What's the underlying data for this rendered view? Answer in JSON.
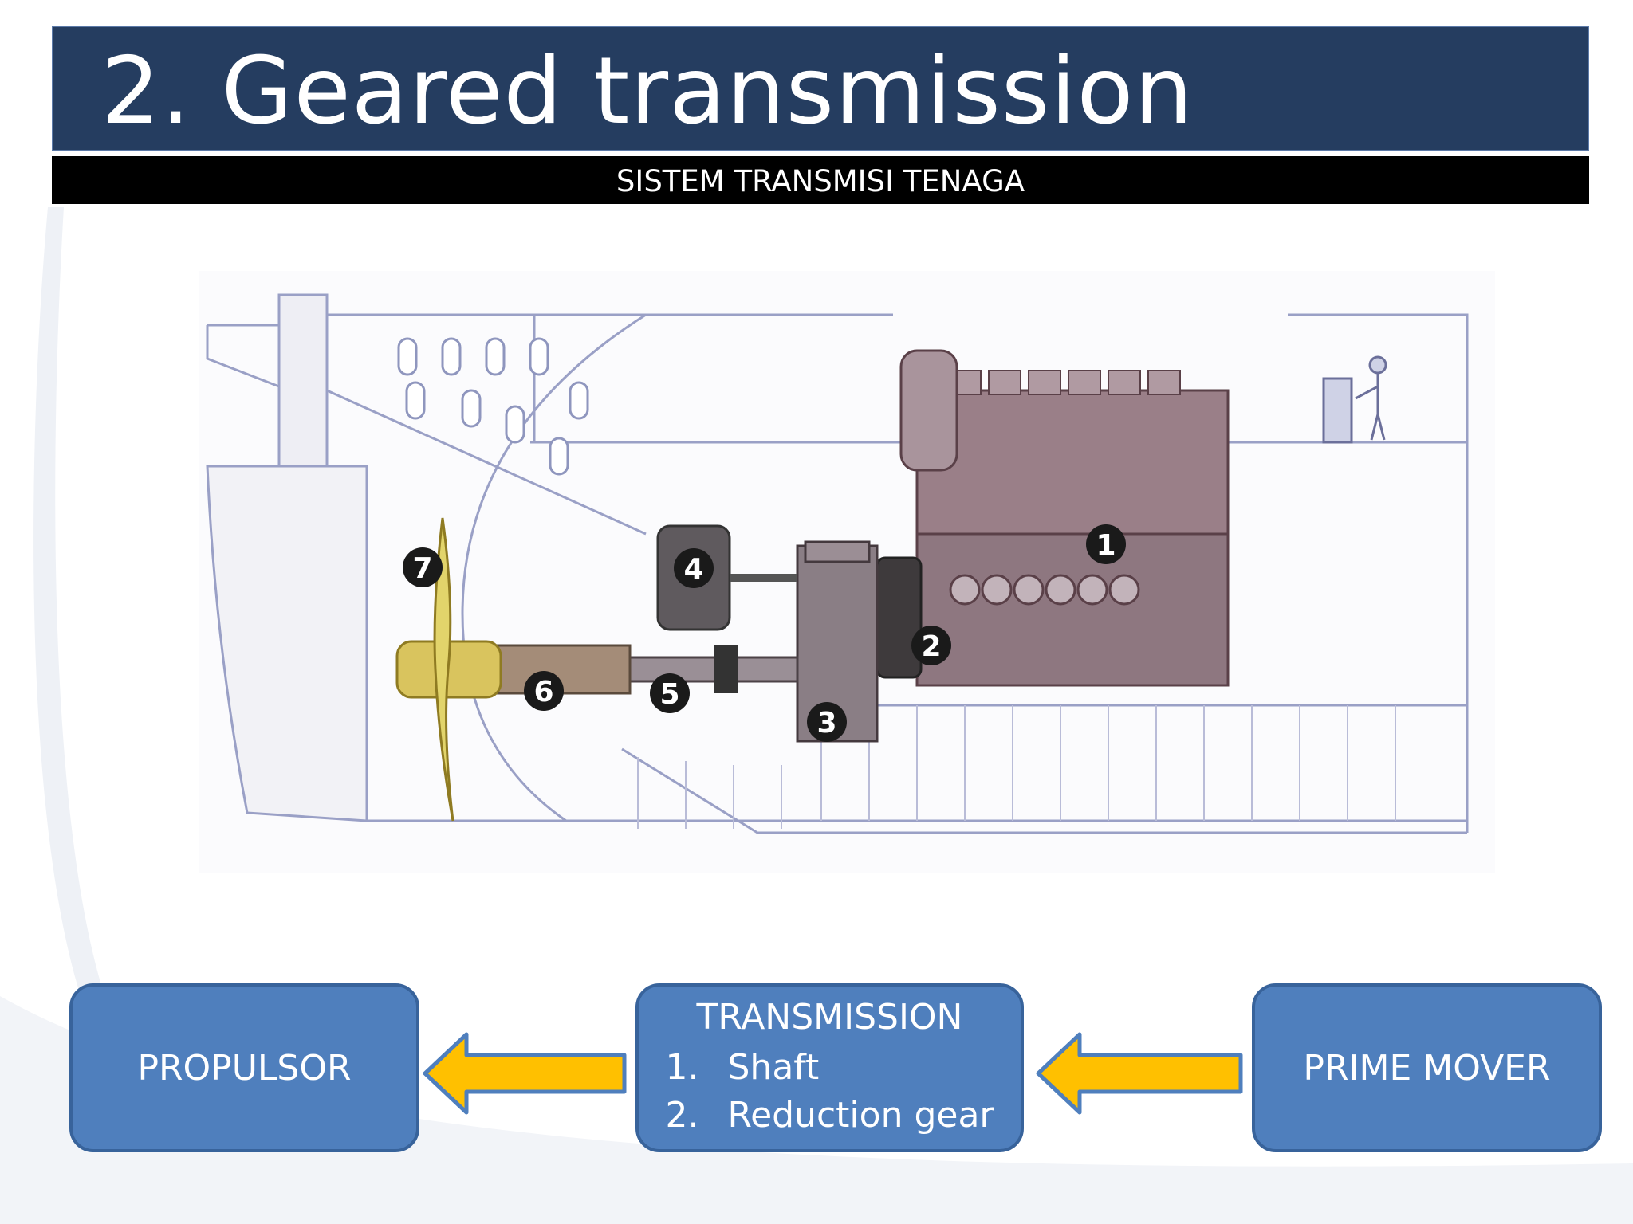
{
  "slide": {
    "title": "2. Geared transmission",
    "subtitle": "SISTEM TRANSMISI TENAGA"
  },
  "figure": {
    "callouts": [
      "1",
      "2",
      "3",
      "4",
      "5",
      "6",
      "7"
    ]
  },
  "flow": {
    "propulsor": "PROPULSOR",
    "transmission": {
      "heading": "TRANSMISSION",
      "items": [
        {
          "num": "1.",
          "label": "Shaft"
        },
        {
          "num": "2.",
          "label": "Reduction gear"
        }
      ]
    },
    "prime_mover": "PRIME MOVER"
  },
  "colors": {
    "title_bar": "#253d60",
    "subtitle_bar": "#000000",
    "box_fill": "#4f7fbd",
    "box_border": "#38639b",
    "arrow_fill": "#ffc000",
    "arrow_stroke": "#4f7fbd"
  }
}
